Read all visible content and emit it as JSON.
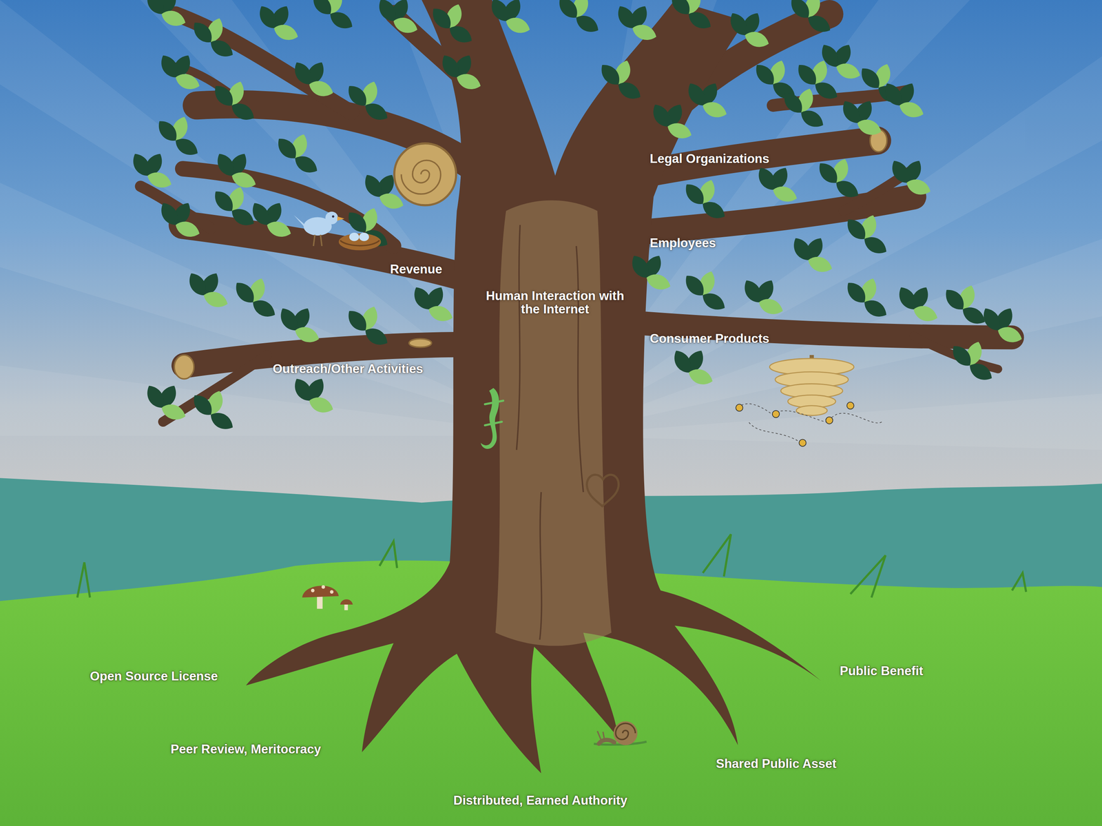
{
  "diagram": {
    "labels": [
      "Legal Organizations",
      "Employees",
      "Revenue",
      "Human Interaction with the Internet",
      "Consumer Products",
      "Outreach/Other Activities",
      "Public Benefit",
      "Open Source License",
      "Peer Review, Meritocracy",
      "Shared Public Asset",
      "Distributed, Earned Authority"
    ]
  }
}
